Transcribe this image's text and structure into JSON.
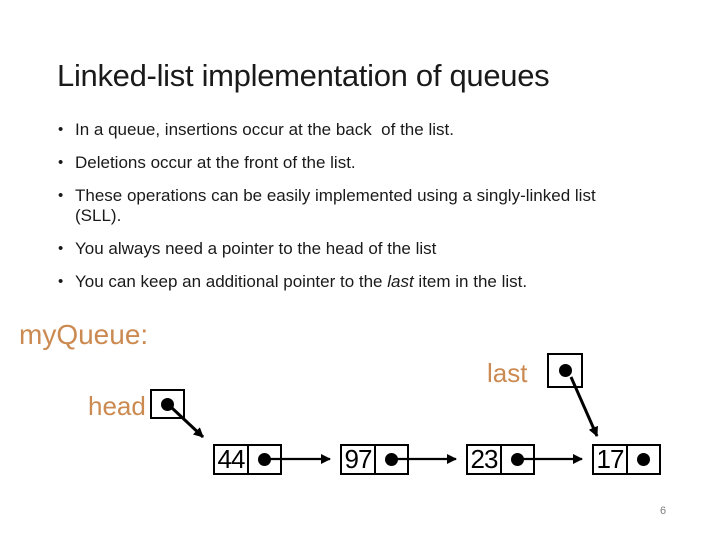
{
  "slide": {
    "title": "Linked-list implementation of queues",
    "page_number": "6",
    "accent_color": "#CB8A51",
    "background_color": "#ffffff"
  },
  "bullets": {
    "b1": "In a queue, insertions occur at the back  of the list.",
    "b2": "Deletions occur at the front of the list.",
    "b3_line1": "These operations can be easily implemented using a singly-linked list",
    "b3_line2": "(SLL).",
    "b4": "You always need a pointer to the head of the list",
    "b5_prefix": "You can keep an additional pointer to the ",
    "b5_italic": "last",
    "b5_suffix": " item in the list."
  },
  "diagram": {
    "queue_label": "myQueue:",
    "head_label": "head",
    "last_label": "last",
    "nodes": [
      {
        "value": "44"
      },
      {
        "value": "97"
      },
      {
        "value": "23"
      },
      {
        "value": "17"
      }
    ]
  }
}
